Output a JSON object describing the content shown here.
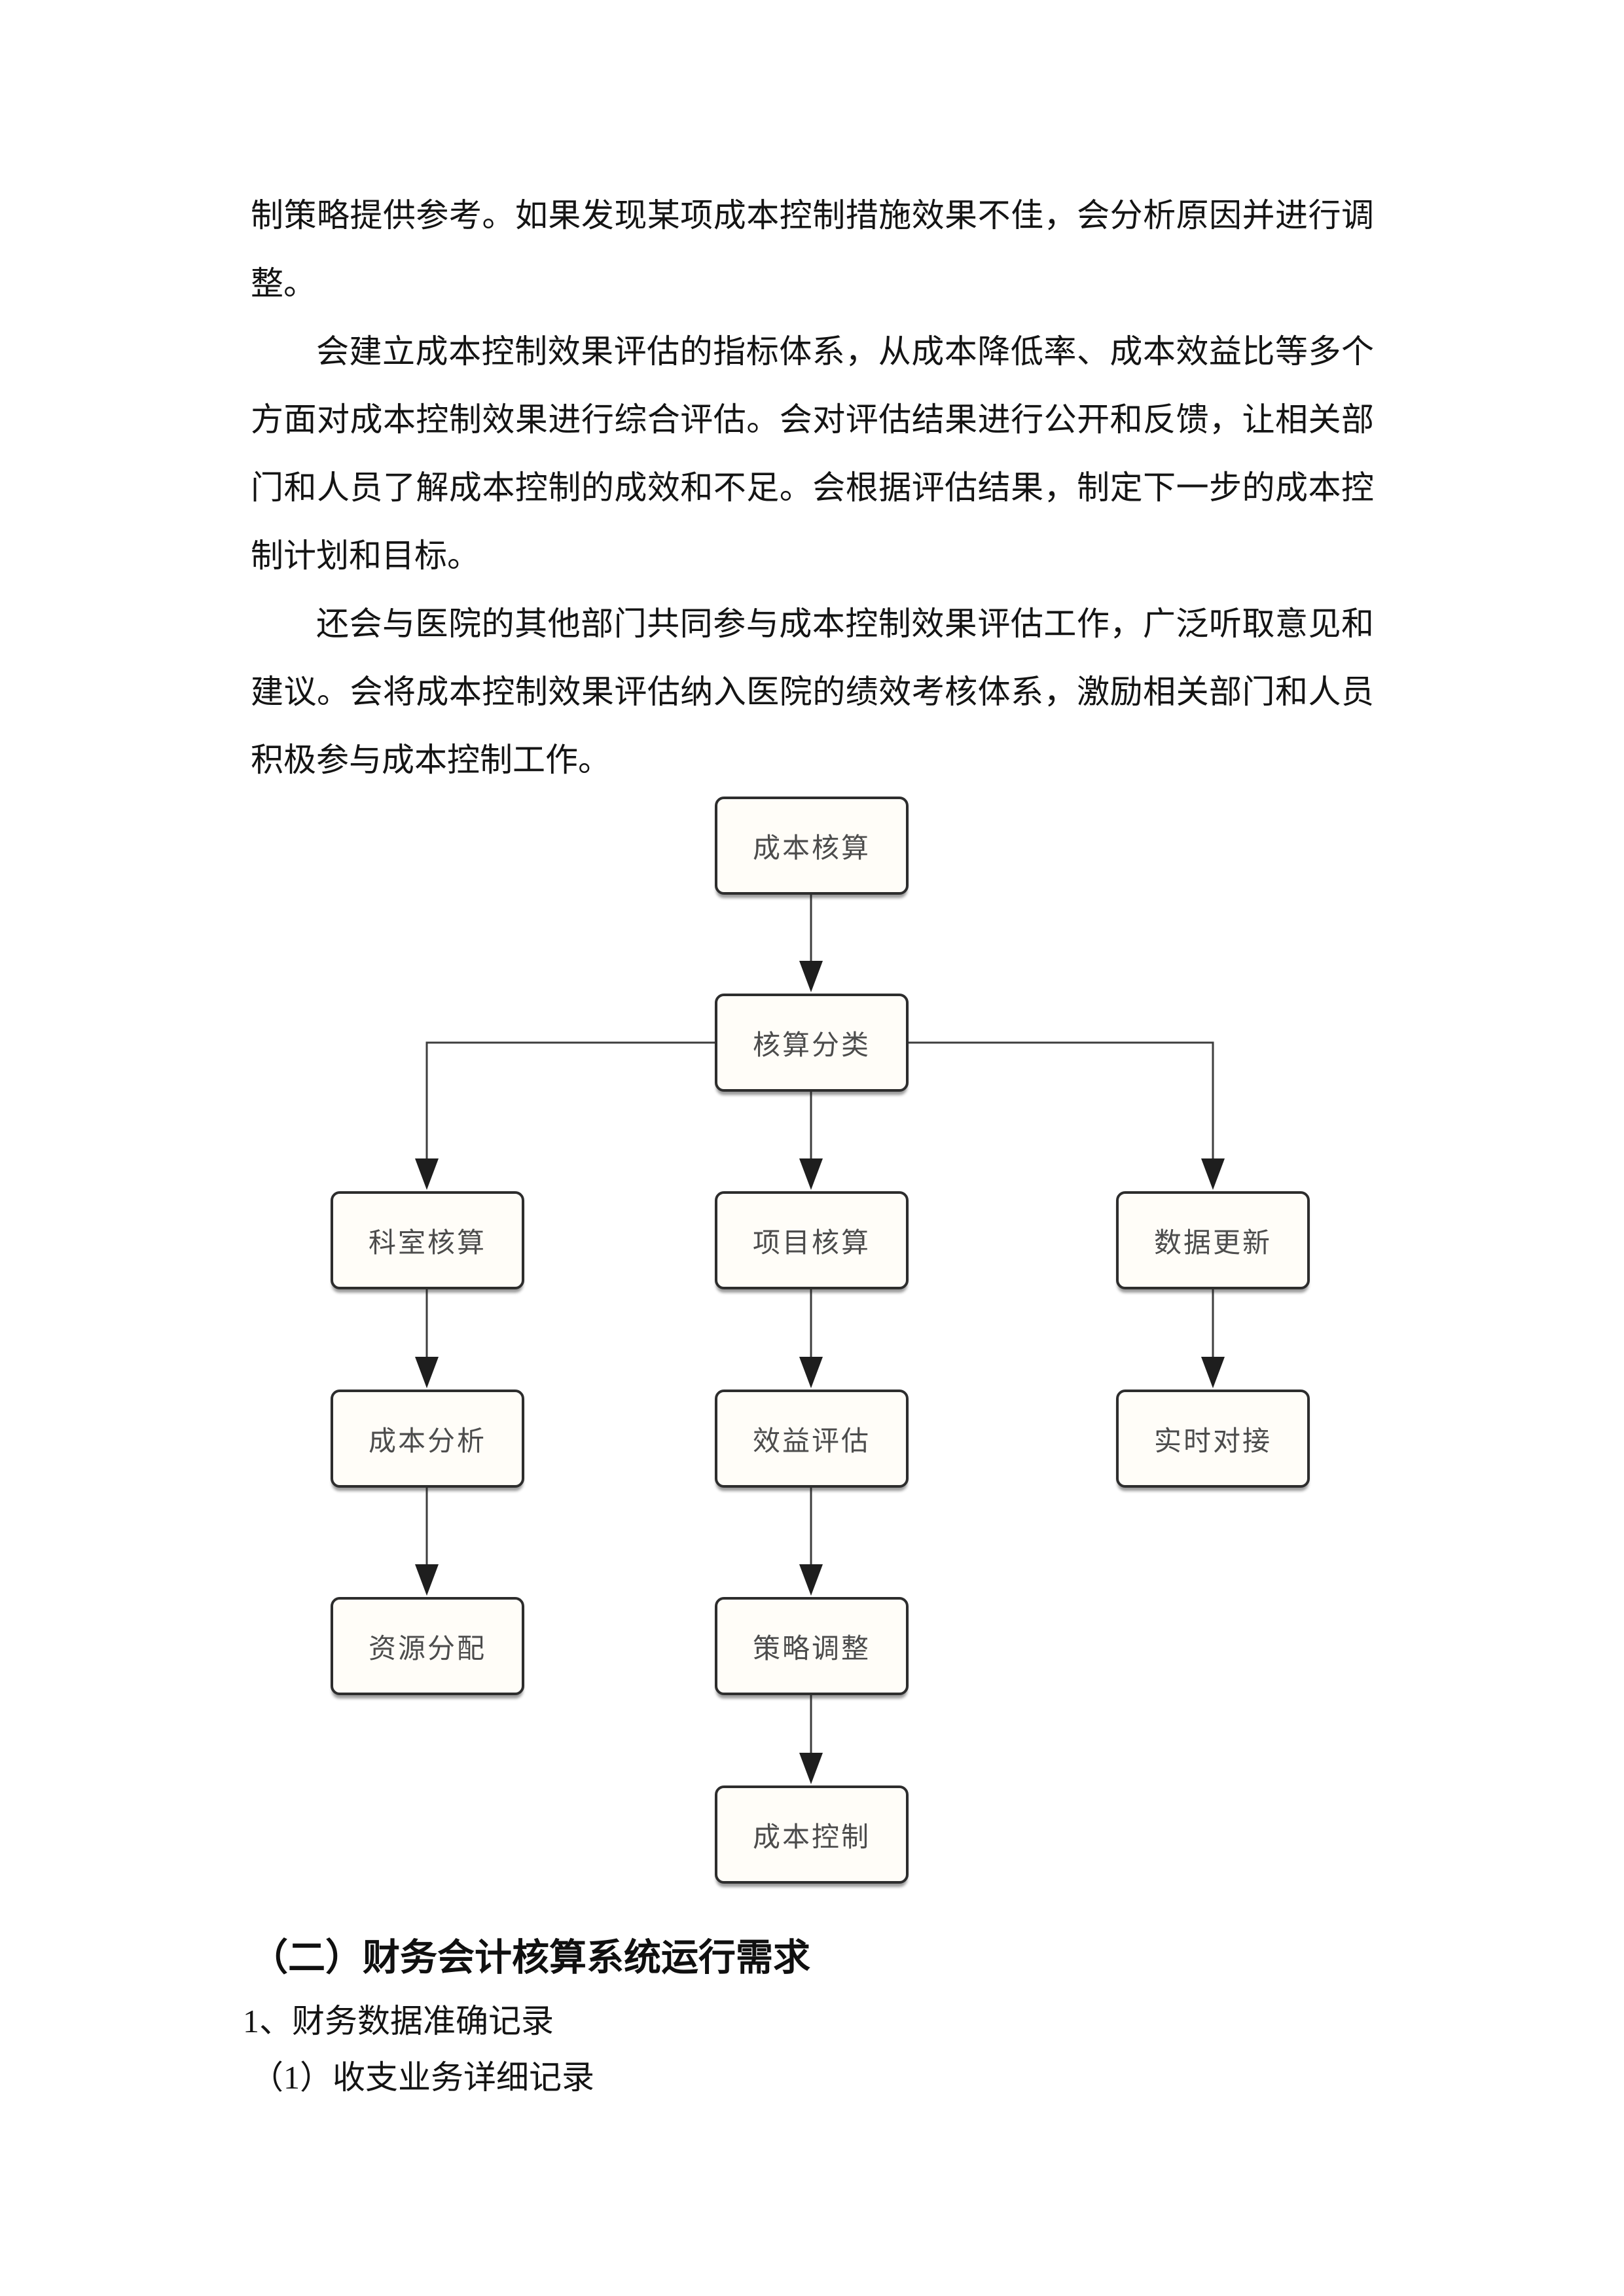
{
  "document": {
    "paragraphs": [
      "制策略提供参考。如果发现某项成本控制措施效果不佳，会分析原因并进行调整。",
      "会建立成本控制效果评估的指标体系，从成本降低率、成本效益比等多个方面对成本控制效果进行综合评估。会对评估结果进行公开和反馈，让相关部门和人员了解成本控制的成效和不足。会根据评估结果，制定下一步的成本控制计划和目标。",
      "还会与医院的其他部门共同参与成本控制效果评估工作，广泛听取意见和建议。会将成本控制效果评估纳入医院的绩效考核体系，激励相关部门和人员积极参与成本控制工作。"
    ],
    "section_heading": "（二）财务会计核算系统运行需求",
    "sub_heading_1": "1、财务数据准确记录",
    "sub_heading_2": "（1）收支业务详细记录"
  },
  "flowchart": {
    "nodes": [
      {
        "id": "cost-accounting",
        "label": "成本核算"
      },
      {
        "id": "accounting-classification",
        "label": "核算分类"
      },
      {
        "id": "department-accounting",
        "label": "科室核算"
      },
      {
        "id": "project-accounting",
        "label": "项目核算"
      },
      {
        "id": "data-update",
        "label": "数据更新"
      },
      {
        "id": "cost-analysis",
        "label": "成本分析"
      },
      {
        "id": "benefit-evaluation",
        "label": "效益评估"
      },
      {
        "id": "realtime-connection",
        "label": "实时对接"
      },
      {
        "id": "resource-allocation",
        "label": "资源分配"
      },
      {
        "id": "strategy-adjustment",
        "label": "策略调整"
      },
      {
        "id": "cost-control",
        "label": "成本控制"
      }
    ],
    "edges": [
      {
        "from": "成本核算",
        "to": "核算分类"
      },
      {
        "from": "核算分类",
        "to": "科室核算"
      },
      {
        "from": "核算分类",
        "to": "项目核算"
      },
      {
        "from": "核算分类",
        "to": "数据更新"
      },
      {
        "from": "科室核算",
        "to": "成本分析"
      },
      {
        "from": "项目核算",
        "to": "效益评估"
      },
      {
        "from": "数据更新",
        "to": "实时对接"
      },
      {
        "from": "成本分析",
        "to": "资源分配"
      },
      {
        "from": "效益评估",
        "to": "策略调整"
      },
      {
        "from": "策略调整",
        "to": "成本控制"
      }
    ],
    "colors": {
      "node_border": "#2d2d2d",
      "node_fill": "#fffdf8",
      "node_text": "#4c4c4c",
      "connector": "#3e3e3e",
      "arrowhead": "#1e1e1e"
    }
  }
}
